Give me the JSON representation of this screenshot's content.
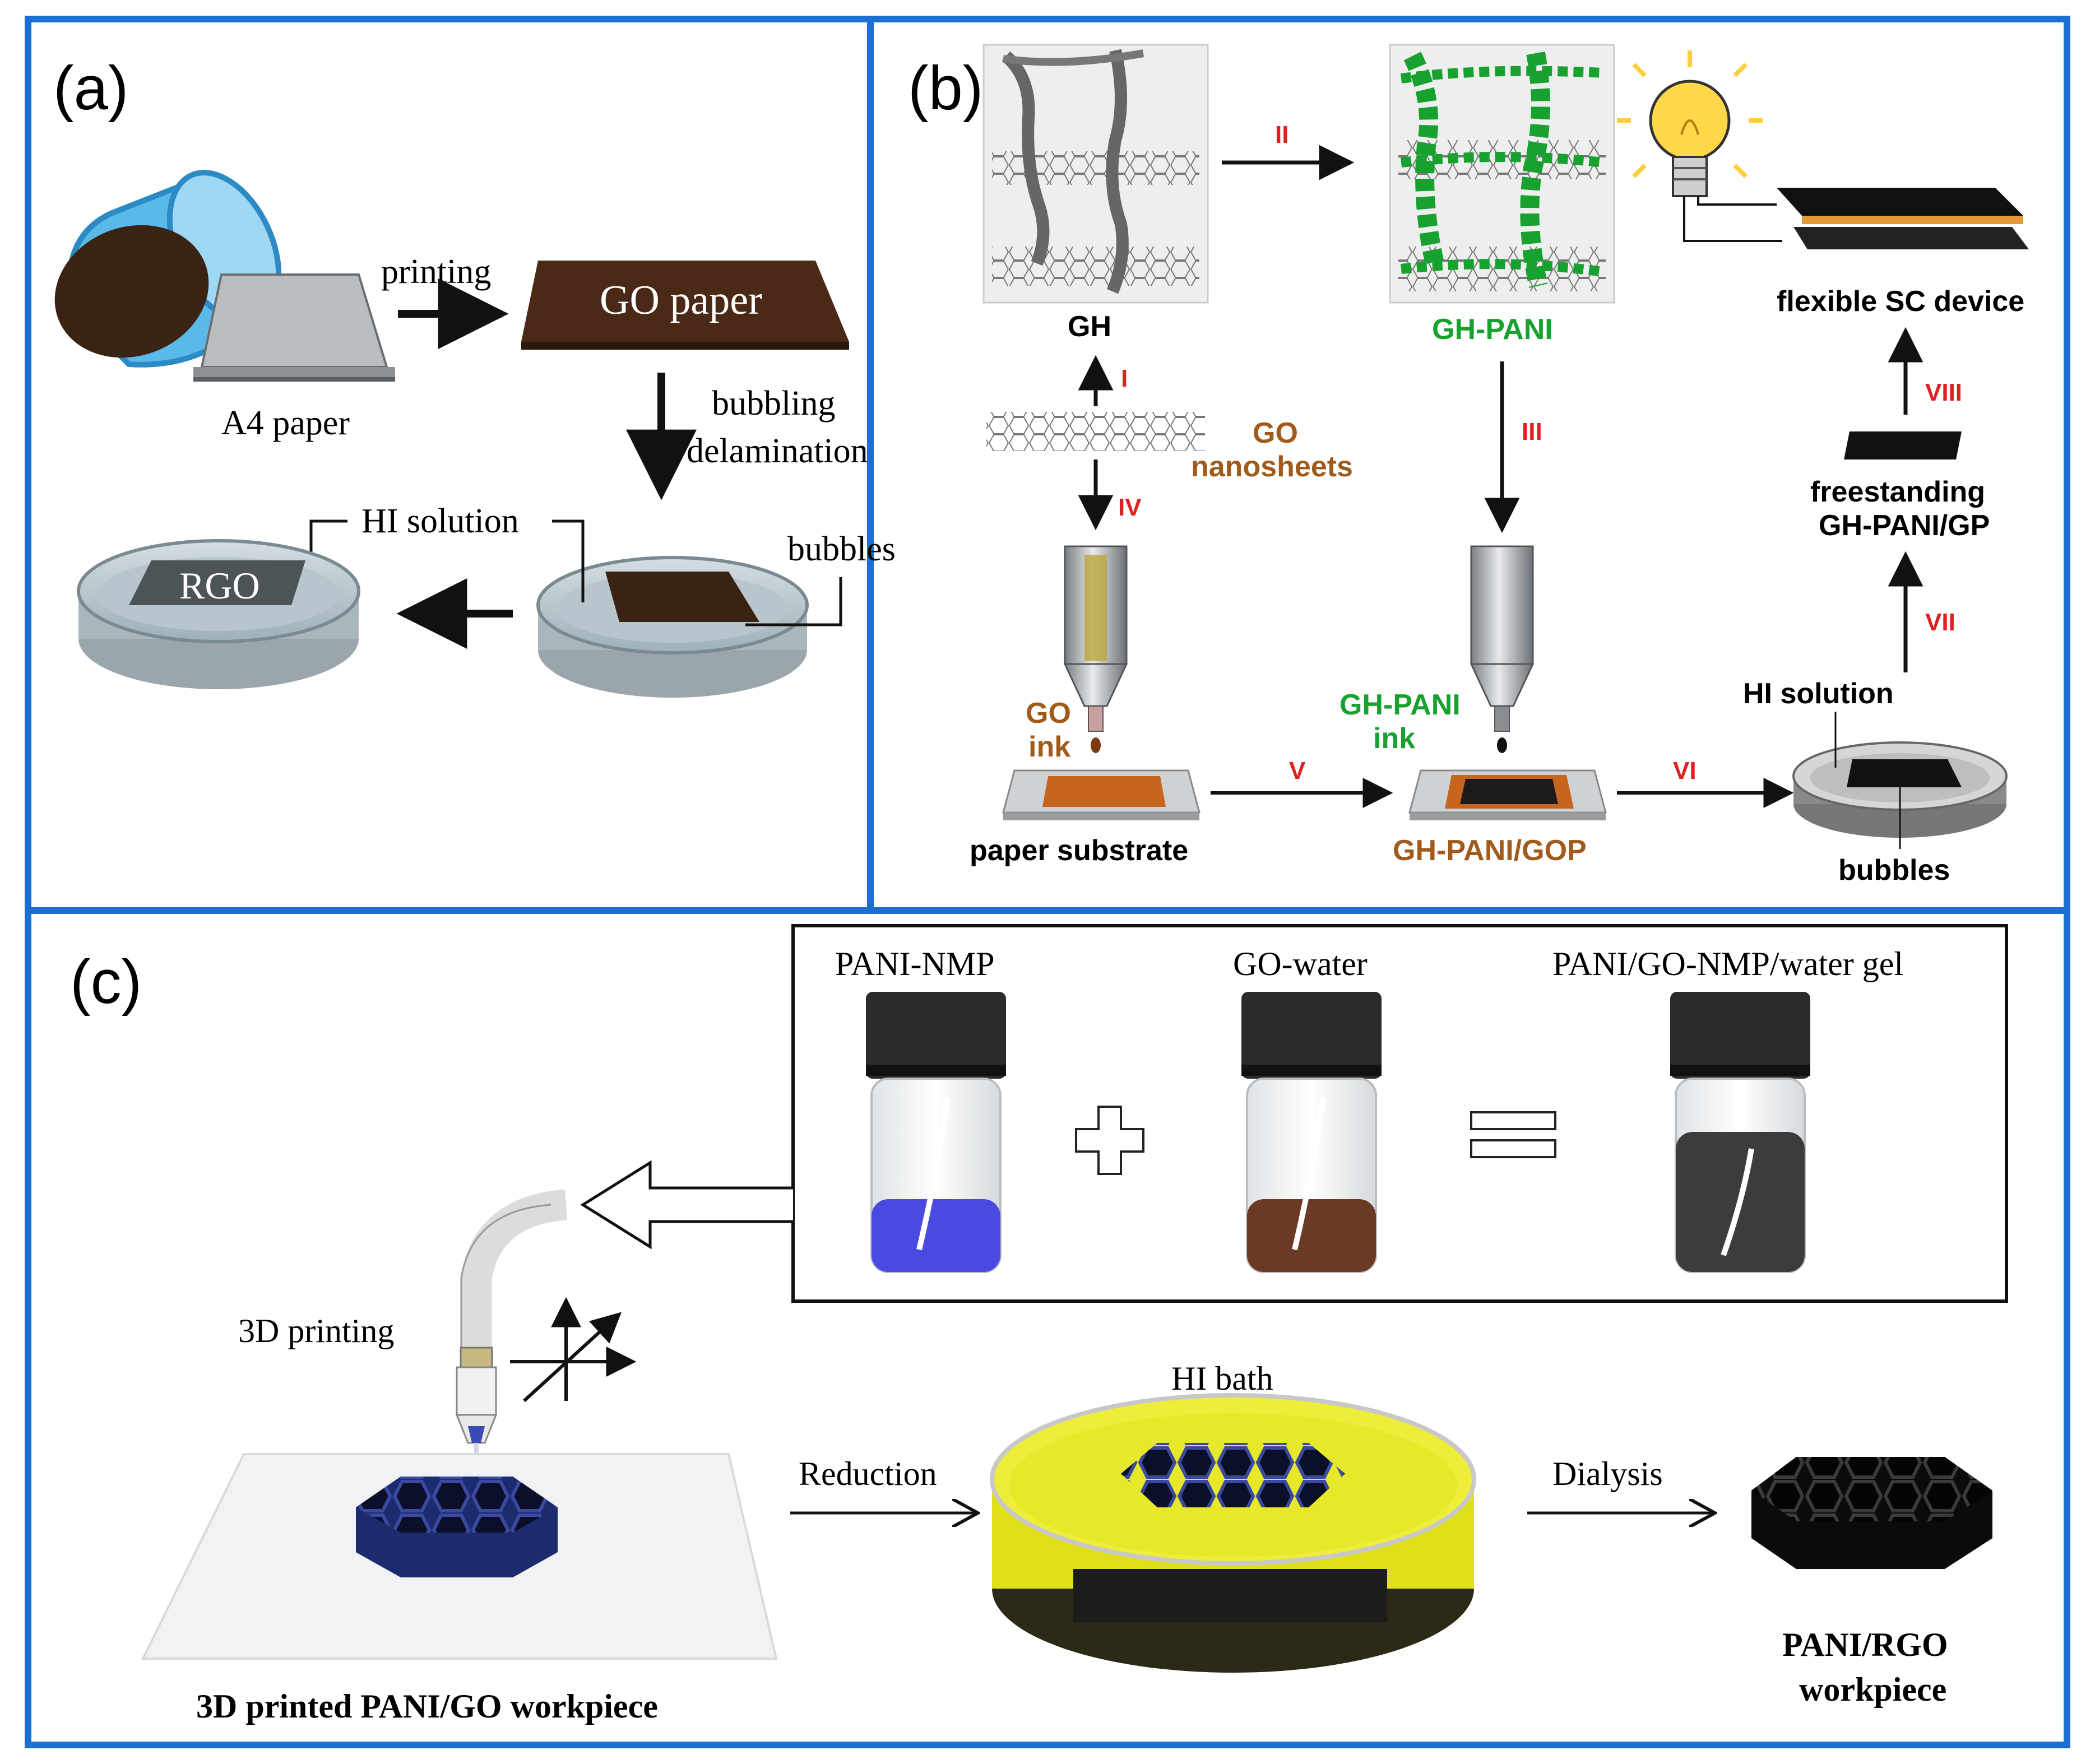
{
  "colors": {
    "frame_blue": "#1b6fd1",
    "go_brown": "#4a2a16",
    "ink_orange": "#a05a1a",
    "pani_green": "#17a12e",
    "roman_red": "#e02020",
    "pani_blue": "#4a4ae0",
    "hi_yellow": "#e6e61a",
    "workpiece_navy": "#1c2a6e"
  },
  "panel_a": {
    "label": "(a)",
    "step_printing": "printing",
    "go_paper": "GO paper",
    "a4_paper": "A4 paper",
    "bubbling_1": "bubbling",
    "bubbling_2": "delamination",
    "hi_solution": "HI solution",
    "bubbles": "bubbles",
    "rgo": "RGO"
  },
  "panel_b": {
    "label": "(b)",
    "gh": "GH",
    "gh_pani": "GH-PANI",
    "go_nanosheets_1": "GO",
    "go_nanosheets_2": "nanosheets",
    "go_ink_1": "GO",
    "go_ink_2": "ink",
    "ghpani_ink_1": "GH-PANI",
    "ghpani_ink_2": "ink",
    "paper_substrate": "paper substrate",
    "ghpani_gop": "GH-PANI/GOP",
    "bubbles": "bubbles",
    "hi_solution": "HI solution",
    "freestanding_1": "freestanding",
    "freestanding_2": "GH-PANI/GP",
    "flexible_sc": "flexible SC device",
    "steps": [
      "I",
      "II",
      "III",
      "IV",
      "V",
      "VI",
      "VII",
      "VIII"
    ]
  },
  "panel_c": {
    "label": "(c)",
    "vial_1": "PANI-NMP",
    "vial_2": "GO-water",
    "vial_3": "PANI/GO-NMP/water gel",
    "printing_3d": "3D printing",
    "hi_bath": "HI bath",
    "reduction": "Reduction",
    "dialysis": "Dialysis",
    "printed_workpiece": "3D printed PANI/GO workpiece",
    "rgo_workpiece_1": "PANI/RGO",
    "rgo_workpiece_2": "workpiece"
  }
}
